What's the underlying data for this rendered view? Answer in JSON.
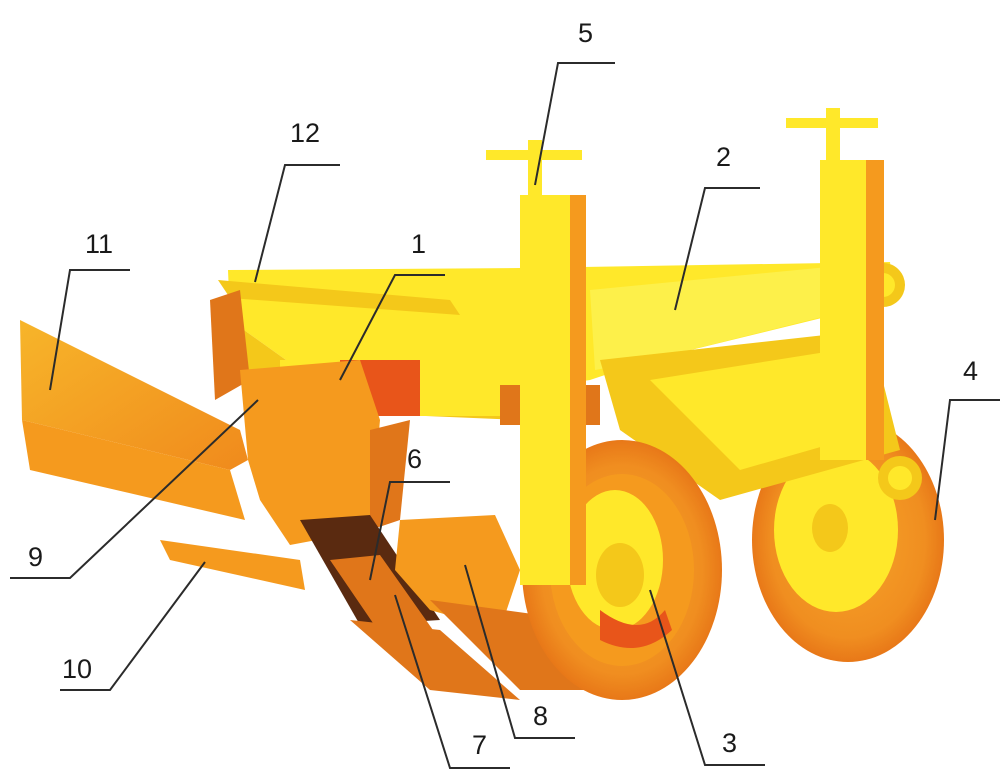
{
  "callouts": [
    {
      "id": "c1",
      "text": "1"
    },
    {
      "id": "c2",
      "text": "2"
    },
    {
      "id": "c3",
      "text": "3"
    },
    {
      "id": "c4",
      "text": "4"
    },
    {
      "id": "c5",
      "text": "5"
    },
    {
      "id": "c6",
      "text": "6"
    },
    {
      "id": "c7",
      "text": "7"
    },
    {
      "id": "c8",
      "text": "8"
    },
    {
      "id": "c9",
      "text": "9"
    },
    {
      "id": "c10",
      "text": "10"
    },
    {
      "id": "c11",
      "text": "11"
    },
    {
      "id": "c12",
      "text": "12"
    }
  ],
  "colors": {
    "yellow": "#ffe82a",
    "yellow_dark": "#f4c81a",
    "orange": "#f59a1e",
    "orange_dark": "#e0761a",
    "red_orange": "#e8551a",
    "shadow": "#5a2a10"
  }
}
